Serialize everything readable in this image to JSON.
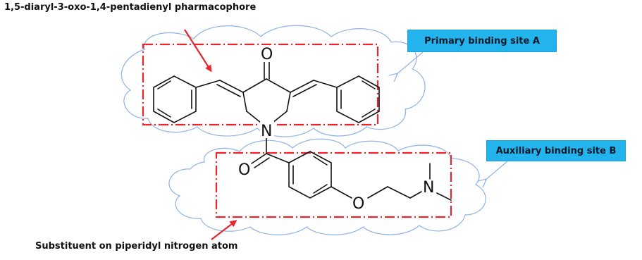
{
  "labels": {
    "pharmacophore": "1,5-diaryl-3-oxo-1,4-pentadienyl pharmacophore",
    "substituent": "Substituent on piperidyl nitrogen atom",
    "site_a": "Primary binding site A",
    "site_b": "Auxiliary binding site B"
  },
  "atoms": {
    "carbonyl_oxygen": "O",
    "ring_nitrogen": "N",
    "amide_oxygen": "O",
    "ether_oxygen": "O",
    "amine_nitrogen": "N"
  },
  "colors": {
    "cloud_outline": "#8fb3e6",
    "dashdot_box": "#e8262b",
    "pointer_arrow": "#e8262b",
    "callout_fill": "#23b4ee",
    "bond": "#111111"
  }
}
